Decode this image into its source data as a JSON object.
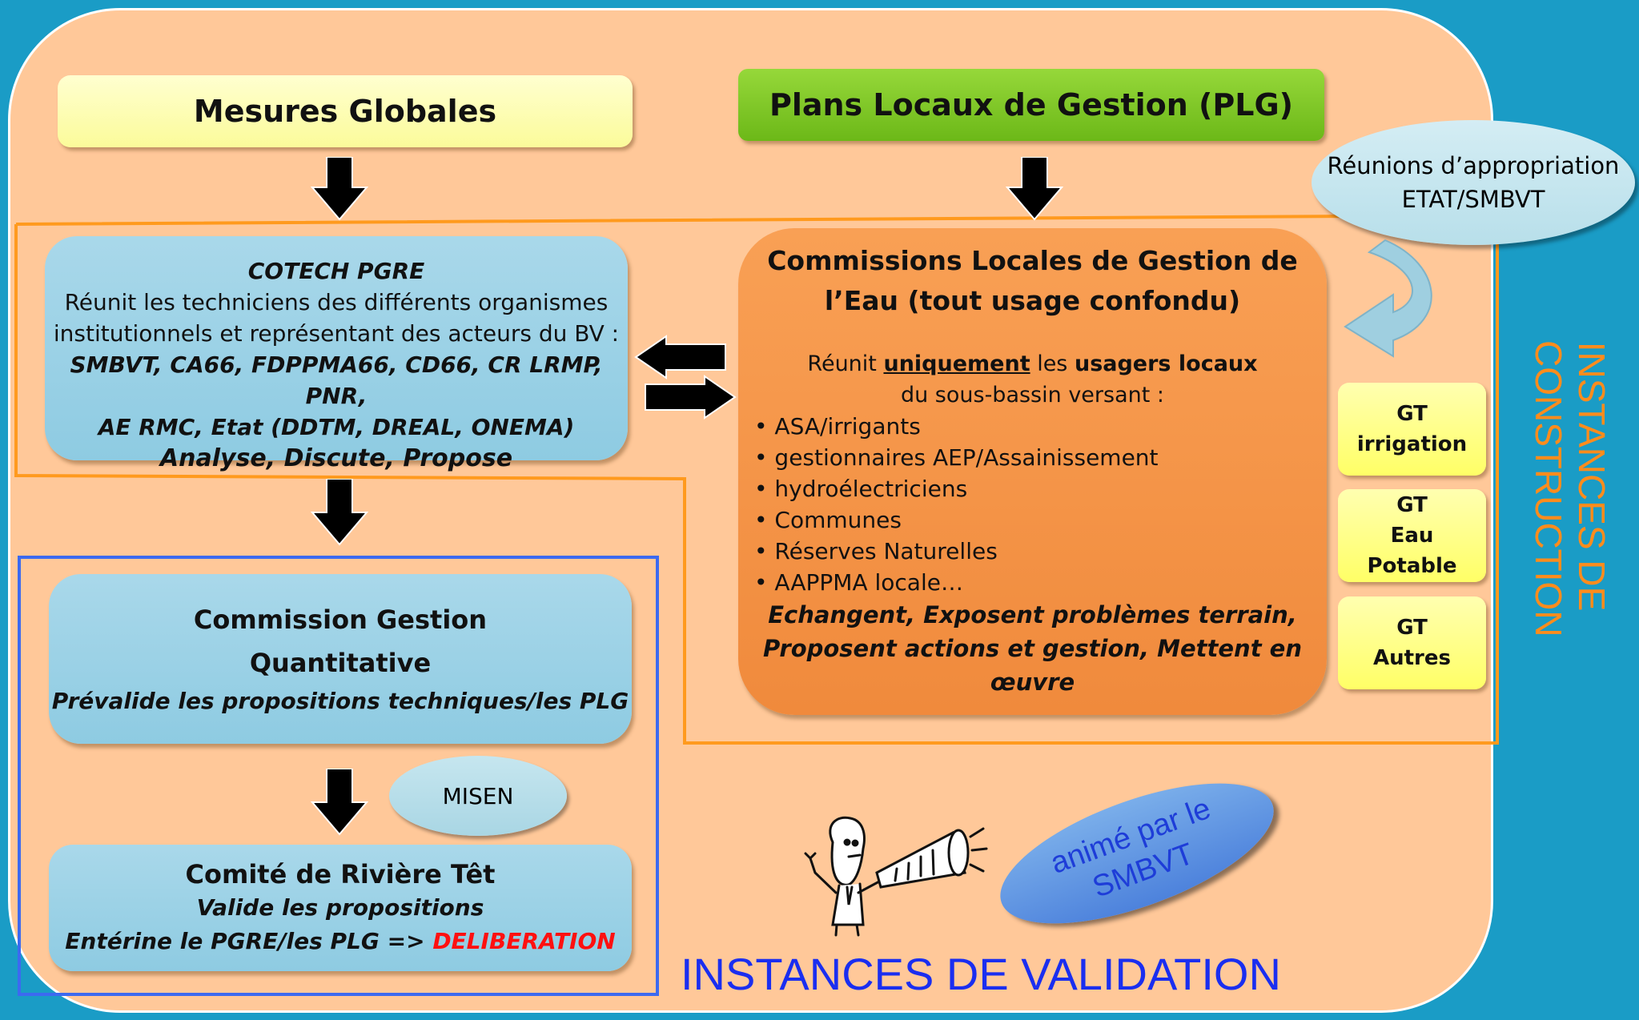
{
  "mesures_globales": "Mesures Globales",
  "plg": "Plans Locaux de Gestion (PLG)",
  "reunions": {
    "line1": "Réunions d’appropriation",
    "line2": "ETAT/SMBVT"
  },
  "cotech": {
    "title": "COTECH PGRE",
    "line1": "Réunit les techniciens des différents organismes",
    "line2": "institutionnels et représentant des acteurs du BV :",
    "line3": "SMBVT, CA66, FDPPMA66, CD66, CR LRMP, PNR,",
    "line4": "AE RMC, Etat (DDTM, DREAL, ONEMA)",
    "line5": "Analyse, Discute, Propose"
  },
  "commissions_locales": {
    "title1": "Commissions Locales de Gestion de",
    "title2": "l’Eau (tout usage confondu)",
    "intro_a": "Réunit ",
    "intro_b": "uniquement",
    "intro_c": " les ",
    "intro_d": "usagers locaux",
    "intro2": "du sous-bassin versant :",
    "items": [
      "ASA/irrigants",
      "gestionnaires AEP/Assainissement",
      "hydroélectriciens",
      "Communes",
      "Réserves Naturelles",
      "AAPPMA locale…"
    ],
    "closing1": "Echangent, Exposent problèmes terrain,",
    "closing2": "Proposent actions et gestion, Mettent en",
    "closing3": "œuvre"
  },
  "gt": {
    "irrigation": [
      "GT",
      "irrigation"
    ],
    "eau_potable": [
      "GT",
      "Eau",
      "Potable"
    ],
    "autres": [
      "GT",
      "Autres"
    ]
  },
  "instances_construction": [
    "INSTANCES DE",
    "CONSTRUCTION"
  ],
  "commission_quant": {
    "line1": "Commission Gestion",
    "line2": "Quantitative",
    "line3": "Prévalide les propositions techniques/les PLG"
  },
  "misen": "MISEN",
  "comite": {
    "title": "Comité de Rivière Têt",
    "line1": "Valide les propositions",
    "line2a": "Entérine le PGRE/les PLG => ",
    "line2b": "DELIBERATION"
  },
  "anime": {
    "line1": "animé par le",
    "line2": "SMBVT"
  },
  "instances_validation": "INSTANCES DE VALIDATION",
  "colors": {
    "background": "#1a9cc6",
    "panel": "#ffc899",
    "construction_outline": "#ff9a1e",
    "validation_outline": "#3c6af0",
    "deliberation": "#ff1010"
  }
}
